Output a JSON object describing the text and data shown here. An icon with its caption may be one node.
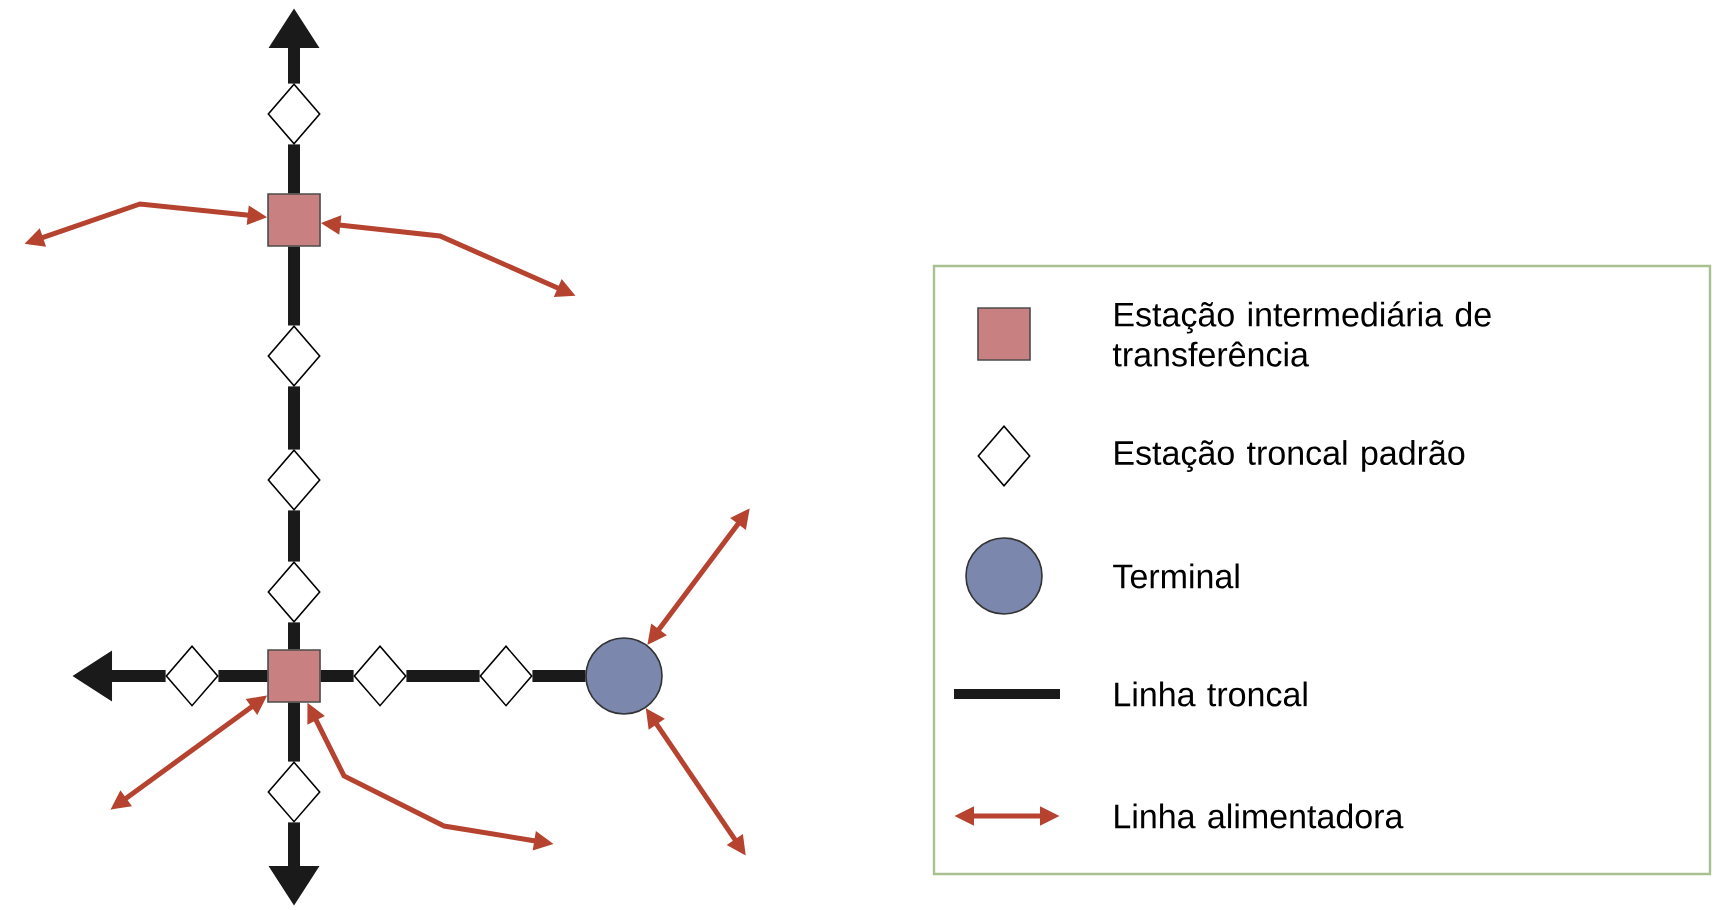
{
  "diagram": {
    "nodes": [
      {
        "text": [],
        "shape": "diamond"
      },
      {
        "text": [],
        "shape": "box"
      },
      {
        "text": [],
        "shape": "diamond"
      },
      {
        "text": [],
        "shape": "diamond"
      },
      {
        "text": [],
        "shape": "diamond"
      },
      {
        "text": [],
        "shape": "diamond"
      },
      {
        "text": [],
        "shape": "box"
      },
      {
        "text": [],
        "shape": "diamond"
      },
      {
        "text": [],
        "shape": "diamond"
      },
      {
        "text": [],
        "shape": "circle"
      },
      {
        "text": [],
        "shape": "diamond"
      }
    ],
    "edges": [
      {
        "from": 0,
        "to": null,
        "arrow": "to"
      },
      {
        "from": 0,
        "to": 1,
        "arrow": "none"
      },
      {
        "from": 1,
        "to": 2,
        "arrow": "none"
      },
      {
        "from": 2,
        "to": 3,
        "arrow": "none"
      },
      {
        "from": 3,
        "to": 4,
        "arrow": "none"
      },
      {
        "from": 4,
        "to": 6,
        "arrow": "none"
      },
      {
        "from": 6,
        "to": 10,
        "arrow": "none"
      },
      {
        "from": 10,
        "to": null,
        "arrow": "to"
      },
      {
        "from": 6,
        "to": 5,
        "arrow": "none"
      },
      {
        "from": 5,
        "to": null,
        "arrow": "to"
      },
      {
        "from": 6,
        "to": 7,
        "arrow": "none"
      },
      {
        "from": 7,
        "to": 8,
        "arrow": "none"
      },
      {
        "from": 8,
        "to": 9,
        "arrow": "none"
      },
      {
        "from": null,
        "to": 1,
        "arrow": "both",
        "color": "#b5432f"
      },
      {
        "from": null,
        "to": 1,
        "arrow": "both",
        "color": "#b5432f"
      },
      {
        "from": null,
        "to": 6,
        "arrow": "both",
        "color": "#b5432f"
      },
      {
        "from": null,
        "to": 6,
        "arrow": "both",
        "color": "#b5432f"
      },
      {
        "from": null,
        "to": 9,
        "arrow": "both",
        "color": "#b5432f"
      },
      {
        "from": null,
        "to": 9,
        "arrow": "both",
        "color": "#b5432f"
      }
    ],
    "legend": [
      {
        "text": "Estação intermediária de transferência"
      },
      {
        "text": "Estação troncal padrão"
      },
      {
        "text": "Terminal"
      },
      {
        "text": "Linha troncal"
      },
      {
        "text": "Linha alimentadora"
      }
    ]
  }
}
